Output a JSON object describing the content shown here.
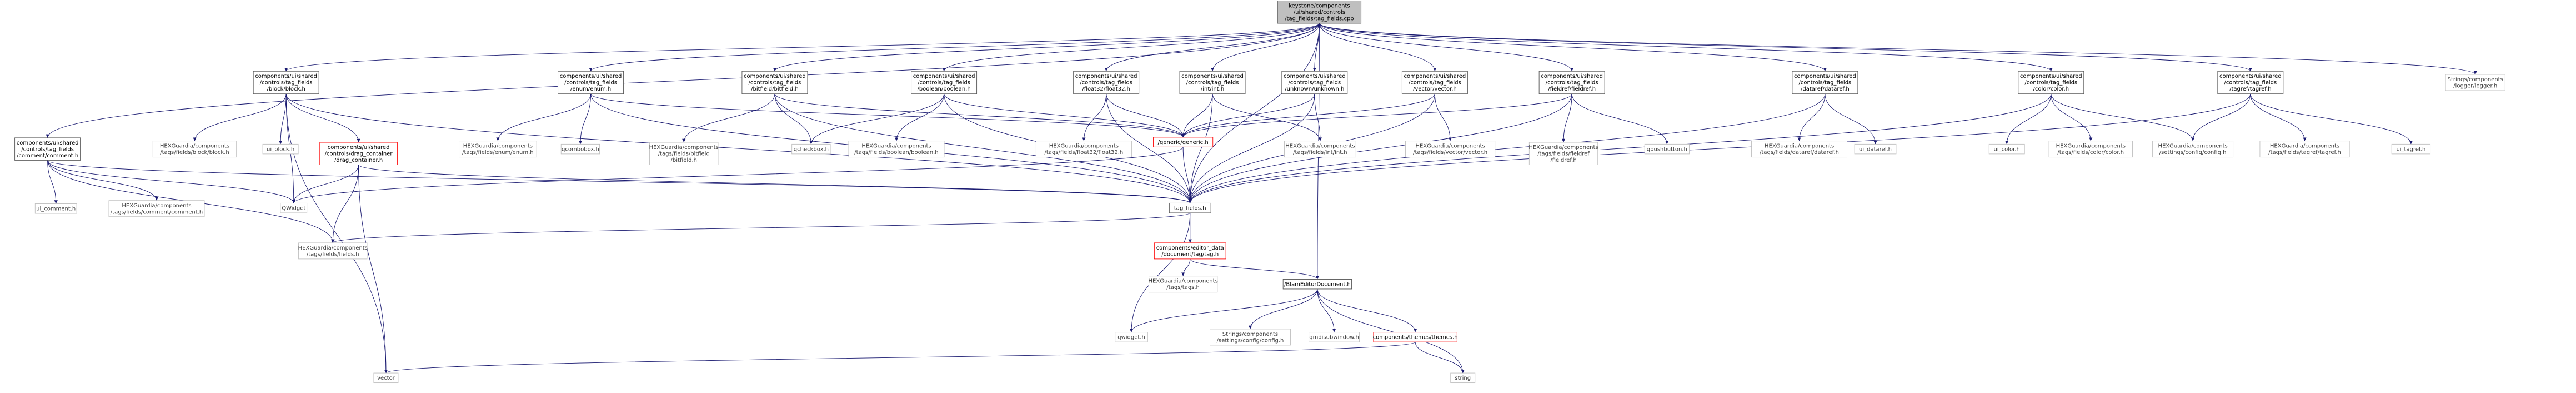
{
  "nodes": [
    {
      "id": "root",
      "lines": [
        "keystone/components",
        "/ui/shared/controls",
        "/tag_fields/tag_fields.cpp"
      ],
      "kind": "root"
    },
    {
      "id": "block",
      "lines": [
        "components/ui/shared",
        "/controls/tag_fields",
        "/block/block.h"
      ],
      "kind": "normal"
    },
    {
      "id": "enum",
      "lines": [
        "components/ui/shared",
        "/controls/tag_fields",
        "/enum/enum.h"
      ],
      "kind": "normal"
    },
    {
      "id": "bitfield",
      "lines": [
        "components/ui/shared",
        "/controls/tag_fields",
        "/bitfield/bitfield.h"
      ],
      "kind": "normal"
    },
    {
      "id": "boolean",
      "lines": [
        "components/ui/shared",
        "/controls/tag_fields",
        "/boolean/boolean.h"
      ],
      "kind": "normal"
    },
    {
      "id": "float32",
      "lines": [
        "components/ui/shared",
        "/controls/tag_fields",
        "/float32/float32.h"
      ],
      "kind": "normal"
    },
    {
      "id": "int",
      "lines": [
        "components/ui/shared",
        "/controls/tag_fields",
        "/int/int.h"
      ],
      "kind": "normal"
    },
    {
      "id": "unknown",
      "lines": [
        "components/ui/shared",
        "/controls/tag_fields",
        "/unknown/unknown.h"
      ],
      "kind": "normal"
    },
    {
      "id": "vector",
      "lines": [
        "components/ui/shared",
        "/controls/tag_fields",
        "/vector/vector.h"
      ],
      "kind": "normal"
    },
    {
      "id": "fieldref",
      "lines": [
        "components/ui/shared",
        "/controls/tag_fields",
        "/fieldref/fieldref.h"
      ],
      "kind": "normal"
    },
    {
      "id": "dataref",
      "lines": [
        "components/ui/shared",
        "/controls/tag_fields",
        "/dataref/dataref.h"
      ],
      "kind": "normal"
    },
    {
      "id": "color",
      "lines": [
        "components/ui/shared",
        "/controls/tag_fields",
        "/color/color.h"
      ],
      "kind": "normal"
    },
    {
      "id": "tagref",
      "lines": [
        "components/ui/shared",
        "/controls/tag_fields",
        "/tagref/tagref.h"
      ],
      "kind": "normal"
    },
    {
      "id": "logger",
      "lines": [
        "Strings/components",
        "/logger/logger.h"
      ],
      "kind": "leaf"
    },
    {
      "id": "comment",
      "lines": [
        "components/ui/shared",
        "/controls/tag_fields",
        "/comment/comment.h"
      ],
      "kind": "normal"
    },
    {
      "id": "hex_block",
      "lines": [
        "HEXGuardia/components",
        "/tags/fields/block/block.h"
      ],
      "kind": "leaf"
    },
    {
      "id": "ui_block",
      "lines": [
        "ui_block.h"
      ],
      "kind": "leaf"
    },
    {
      "id": "drag",
      "lines": [
        "components/ui/shared",
        "/controls/drag_container",
        "/drag_container.h"
      ],
      "kind": "red"
    },
    {
      "id": "hex_enum",
      "lines": [
        "HEXGuardia/components",
        "/tags/fields/enum/enum.h"
      ],
      "kind": "leaf"
    },
    {
      "id": "qcombobox",
      "lines": [
        "qcombobox.h"
      ],
      "kind": "leaf"
    },
    {
      "id": "hex_bitfield",
      "lines": [
        "HEXGuardia/components",
        "/tags/fields/bitfield",
        "/bitfield.h"
      ],
      "kind": "leaf"
    },
    {
      "id": "qcheckbox",
      "lines": [
        "qcheckbox.h"
      ],
      "kind": "leaf"
    },
    {
      "id": "hex_boolean",
      "lines": [
        "HEXGuardia/components",
        "/tags/fields/boolean/boolean.h"
      ],
      "kind": "leaf"
    },
    {
      "id": "generic",
      "lines": [
        "/generic/generic.h"
      ],
      "kind": "red"
    },
    {
      "id": "hex_float32",
      "lines": [
        "HEXGuardia/components",
        "/tags/fields/float32/float32.h"
      ],
      "kind": "leaf"
    },
    {
      "id": "hex_int",
      "lines": [
        "HEXGuardia/components",
        "/tags/fields/int/int.h"
      ],
      "kind": "leaf"
    },
    {
      "id": "hex_vector",
      "lines": [
        "HEXGuardia/components",
        "/tags/fields/vector/vector.h"
      ],
      "kind": "leaf"
    },
    {
      "id": "hex_fieldref",
      "lines": [
        "HEXGuardia/components",
        "/tags/fields/fieldref",
        "/fieldref.h"
      ],
      "kind": "leaf"
    },
    {
      "id": "qpushbutton",
      "lines": [
        "qpushbutton.h"
      ],
      "kind": "leaf"
    },
    {
      "id": "hex_dataref",
      "lines": [
        "HEXGuardia/components",
        "/tags/fields/dataref/dataref.h"
      ],
      "kind": "leaf"
    },
    {
      "id": "ui_dataref",
      "lines": [
        "ui_dataref.h"
      ],
      "kind": "leaf"
    },
    {
      "id": "ui_color",
      "lines": [
        "ui_color.h"
      ],
      "kind": "leaf"
    },
    {
      "id": "hex_color",
      "lines": [
        "HEXGuardia/components",
        "/tags/fields/color/color.h"
      ],
      "kind": "leaf"
    },
    {
      "id": "hex_config",
      "lines": [
        "HEXGuardia/components",
        "/settings/config/config.h"
      ],
      "kind": "leaf"
    },
    {
      "id": "hex_tagref",
      "lines": [
        "HEXGuardia/components",
        "/tags/fields/tagref/tagref.h"
      ],
      "kind": "leaf"
    },
    {
      "id": "ui_tagref",
      "lines": [
        "ui_tagref.h"
      ],
      "kind": "leaf"
    },
    {
      "id": "ui_comment",
      "lines": [
        "ui_comment.h"
      ],
      "kind": "leaf"
    },
    {
      "id": "hex_comment",
      "lines": [
        "HEXGuardia/components",
        "/tags/fields/comment/comment.h"
      ],
      "kind": "leaf"
    },
    {
      "id": "qwidget",
      "lines": [
        "QWidget"
      ],
      "kind": "leaf"
    },
    {
      "id": "tag_fields",
      "lines": [
        "tag_fields.h"
      ],
      "kind": "normal"
    },
    {
      "id": "hex_fields",
      "lines": [
        "HEXGuardia/components",
        "/tags/fields/fields.h"
      ],
      "kind": "leaf"
    },
    {
      "id": "tagfile",
      "lines": [
        "components/editor_data",
        "/document/tag/tag.h"
      ],
      "kind": "red"
    },
    {
      "id": "hex_tags",
      "lines": [
        "HEXGuardia/components",
        "/tags/tags.h"
      ],
      "kind": "leaf"
    },
    {
      "id": "blam",
      "lines": [
        "/BlamEditorDocument.h"
      ],
      "kind": "normal"
    },
    {
      "id": "qwidget_h",
      "lines": [
        "qwidget.h"
      ],
      "kind": "leaf"
    },
    {
      "id": "str_config",
      "lines": [
        "Strings/components",
        "/settings/config/config.h"
      ],
      "kind": "leaf"
    },
    {
      "id": "qmdisub",
      "lines": [
        "qmdisubwindow.h"
      ],
      "kind": "leaf"
    },
    {
      "id": "themes",
      "lines": [
        "components/themes/themes.h"
      ],
      "kind": "red"
    },
    {
      "id": "vector_std",
      "lines": [
        "vector"
      ],
      "kind": "leaf"
    },
    {
      "id": "string_std",
      "lines": [
        "string"
      ],
      "kind": "leaf"
    }
  ],
  "edges": [
    [
      "root",
      "block"
    ],
    [
      "root",
      "enum"
    ],
    [
      "root",
      "bitfield"
    ],
    [
      "root",
      "boolean"
    ],
    [
      "root",
      "float32"
    ],
    [
      "root",
      "int"
    ],
    [
      "root",
      "unknown"
    ],
    [
      "root",
      "vector"
    ],
    [
      "root",
      "fieldref"
    ],
    [
      "root",
      "dataref"
    ],
    [
      "root",
      "color"
    ],
    [
      "root",
      "tagref"
    ],
    [
      "root",
      "logger"
    ],
    [
      "root",
      "comment"
    ],
    [
      "root",
      "tag_fields"
    ],
    [
      "root",
      "blam"
    ],
    [
      "block",
      "hex_block"
    ],
    [
      "block",
      "ui_block"
    ],
    [
      "block",
      "drag"
    ],
    [
      "block",
      "tag_fields"
    ],
    [
      "block",
      "qwidget"
    ],
    [
      "block",
      "vector_std"
    ],
    [
      "enum",
      "hex_enum"
    ],
    [
      "enum",
      "qcombobox"
    ],
    [
      "enum",
      "tag_fields"
    ],
    [
      "enum",
      "generic"
    ],
    [
      "bitfield",
      "hex_bitfield"
    ],
    [
      "bitfield",
      "qcheckbox"
    ],
    [
      "bitfield",
      "tag_fields"
    ],
    [
      "bitfield",
      "generic"
    ],
    [
      "boolean",
      "hex_boolean"
    ],
    [
      "boolean",
      "qcheckbox"
    ],
    [
      "boolean",
      "tag_fields"
    ],
    [
      "boolean",
      "generic"
    ],
    [
      "float32",
      "hex_float32"
    ],
    [
      "float32",
      "generic"
    ],
    [
      "float32",
      "tag_fields"
    ],
    [
      "int",
      "hex_int"
    ],
    [
      "int",
      "generic"
    ],
    [
      "int",
      "tag_fields"
    ],
    [
      "unknown",
      "hex_int"
    ],
    [
      "unknown",
      "generic"
    ],
    [
      "unknown",
      "tag_fields"
    ],
    [
      "vector",
      "hex_vector"
    ],
    [
      "vector",
      "generic"
    ],
    [
      "vector",
      "tag_fields"
    ],
    [
      "fieldref",
      "hex_fieldref"
    ],
    [
      "fieldref",
      "qpushbutton"
    ],
    [
      "fieldref",
      "generic"
    ],
    [
      "fieldref",
      "tag_fields"
    ],
    [
      "dataref",
      "hex_dataref"
    ],
    [
      "dataref",
      "ui_dataref"
    ],
    [
      "dataref",
      "tag_fields"
    ],
    [
      "color",
      "ui_color"
    ],
    [
      "color",
      "hex_color"
    ],
    [
      "color",
      "hex_config"
    ],
    [
      "color",
      "tag_fields"
    ],
    [
      "tagref",
      "hex_config"
    ],
    [
      "tagref",
      "hex_tagref"
    ],
    [
      "tagref",
      "ui_tagref"
    ],
    [
      "tagref",
      "tag_fields"
    ],
    [
      "comment",
      "ui_comment"
    ],
    [
      "comment",
      "hex_comment"
    ],
    [
      "comment",
      "qwidget"
    ],
    [
      "comment",
      "hex_fields"
    ],
    [
      "comment",
      "tag_fields"
    ],
    [
      "drag",
      "qwidget"
    ],
    [
      "drag",
      "hex_fields"
    ],
    [
      "drag",
      "vector_std"
    ],
    [
      "drag",
      "tag_fields"
    ],
    [
      "generic",
      "qwidget"
    ],
    [
      "generic",
      "tag_fields"
    ],
    [
      "tag_fields",
      "hex_fields"
    ],
    [
      "tag_fields",
      "tagfile"
    ],
    [
      "tag_fields",
      "qwidget_h"
    ],
    [
      "tagfile",
      "hex_tags"
    ],
    [
      "tagfile",
      "blam"
    ],
    [
      "blam",
      "qwidget_h"
    ],
    [
      "blam",
      "str_config"
    ],
    [
      "blam",
      "qmdisub"
    ],
    [
      "blam",
      "themes"
    ],
    [
      "blam",
      "string_std"
    ],
    [
      "themes",
      "vector_std"
    ],
    [
      "themes",
      "string_std"
    ]
  ],
  "colors": {
    "edge": "#191970",
    "box_border": "#555555",
    "leaf_border": "#bfbfbf",
    "red_border": "#ff0000",
    "root_fill": "#bfbfbf",
    "text": "#000000",
    "leaf_text": "#404040"
  }
}
